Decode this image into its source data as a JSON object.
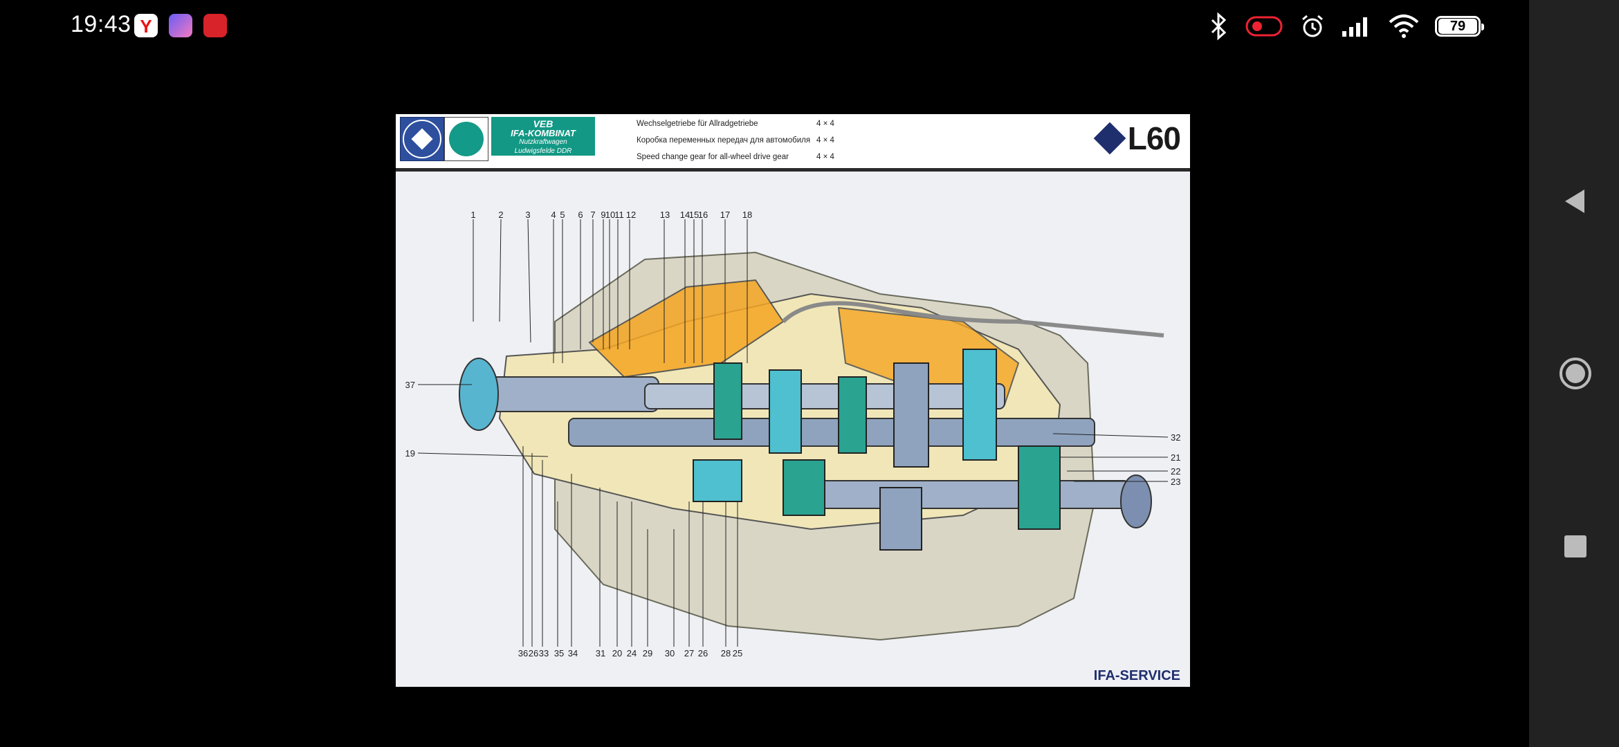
{
  "status": {
    "time": "19:43",
    "battery": "79"
  },
  "poster": {
    "veb_lines": [
      "VEB",
      "IFA-KOMBINAT",
      "Nutzkraftwagen",
      "Ludwigsfelde DDR"
    ],
    "titles": [
      {
        "text": "Wechselgetriebe für Allradgetriebe",
        "spec": "4 × 4"
      },
      {
        "text": "Коробка переменных передач для автомобиля",
        "spec": "4 × 4"
      },
      {
        "text": "Speed change gear for all-wheel drive gear",
        "spec": "4 × 4"
      }
    ],
    "model": "L60",
    "service": "IFA-SERVICE"
  },
  "colors": {
    "accent_teal": "#139885",
    "brand_blue": "#1f2e6d"
  },
  "labels_top": [
    "1",
    "2",
    "3",
    "4",
    "5",
    "6",
    "7",
    "9",
    "10",
    "11",
    "12",
    "13",
    "14",
    "15",
    "16",
    "17",
    "18"
  ],
  "labels_bottom": [
    "36",
    "26",
    "33",
    "35",
    "34",
    "31",
    "20",
    "24",
    "29",
    "30",
    "27",
    "26",
    "28",
    "25"
  ],
  "labels_left": [
    "37",
    "19"
  ],
  "labels_right": [
    "32",
    "21",
    "22",
    "23"
  ]
}
